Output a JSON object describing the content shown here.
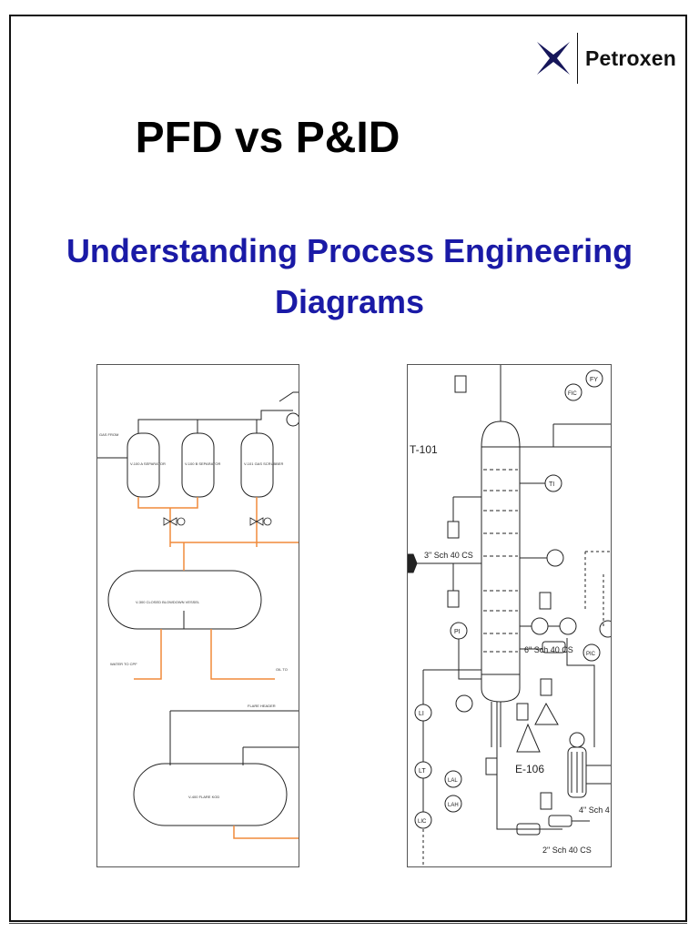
{
  "brand": {
    "name": "Petroxen"
  },
  "title": "PFD vs P&ID",
  "subtitle": "Understanding Process Engineering Diagrams",
  "pfd": {
    "labels": {
      "feed": "GAS FROM",
      "v1": "V-100 A SEPARATOR",
      "v2": "V-100 B SEPARATOR",
      "v3": "V-101 GAS SCRUBBER",
      "drum": "V-300 CLOSED BLOWDOWN VESSEL",
      "water": "WATER TO CPF",
      "oil": "OIL TO",
      "flare_header": "FLARE HEADER",
      "flare": "V-400 FLARE KOD"
    }
  },
  "pid": {
    "labels": {
      "tower": "T-101",
      "pipe1": "3\" Sch 40 CS",
      "pipe2": "6\" Sch 40 CS",
      "exchanger": "E-106",
      "pipe3": "4\" Sch 4",
      "pipe4": "2\" Sch 40 CS",
      "ti": "TI",
      "pi": "PI",
      "li": "LI",
      "lt": "LT",
      "fy": "FY",
      "fic": "FIC",
      "pic": "PIC",
      "lic": "LIC",
      "lal": "LAL",
      "lah": "LAH"
    }
  }
}
